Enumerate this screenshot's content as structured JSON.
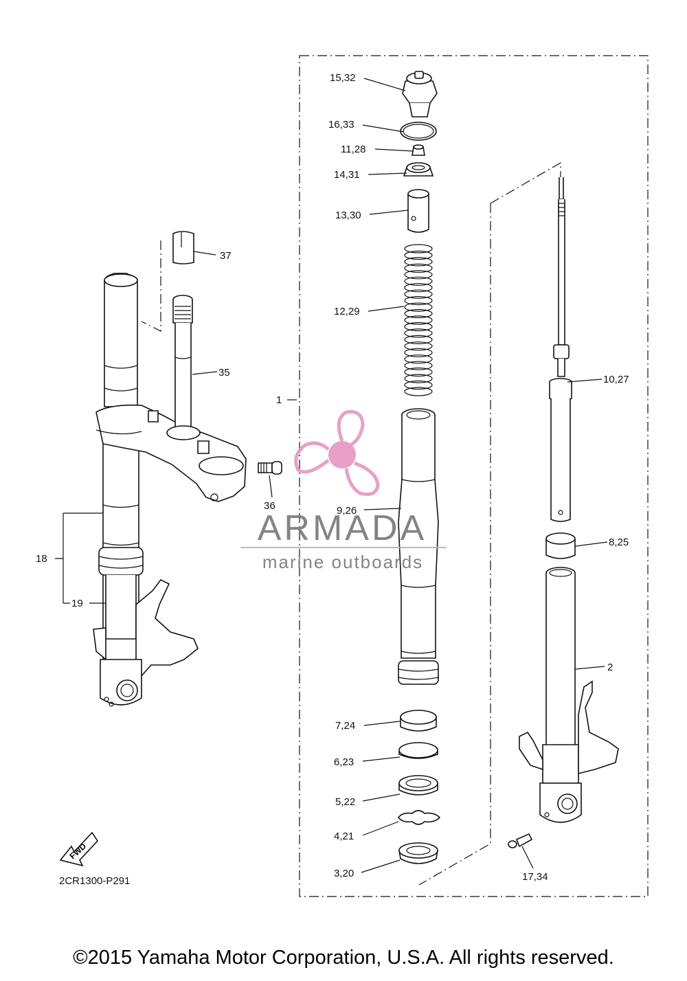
{
  "diagram_code": "2CR1300-P291",
  "fwd_label": "FWD",
  "watermark": {
    "brand": "ARMADA",
    "tagline": "marine outboards",
    "accent": "#e69ac2",
    "text_color": "#7a7a7a"
  },
  "copyright": "©2015 Yamaha Motor Corporation, U.S.A. All rights reserved.",
  "callouts": {
    "c1": "1",
    "c2": "2",
    "c3_20": "3,20",
    "c4_21": "4,21",
    "c5_22": "5,22",
    "c6_23": "6,23",
    "c7_24": "7,24",
    "c8_25": "8,25",
    "c9_26": "9,26",
    "c10_27": "10,27",
    "c11_28": "11,28",
    "c12_29": "12,29",
    "c13_30": "13,30",
    "c14_31": "14,31",
    "c15_32": "15,32",
    "c16_33": "16,33",
    "c17_34": "17,34",
    "c18": "18",
    "c19": "19",
    "c35": "35",
    "c36": "36",
    "c37": "37"
  }
}
